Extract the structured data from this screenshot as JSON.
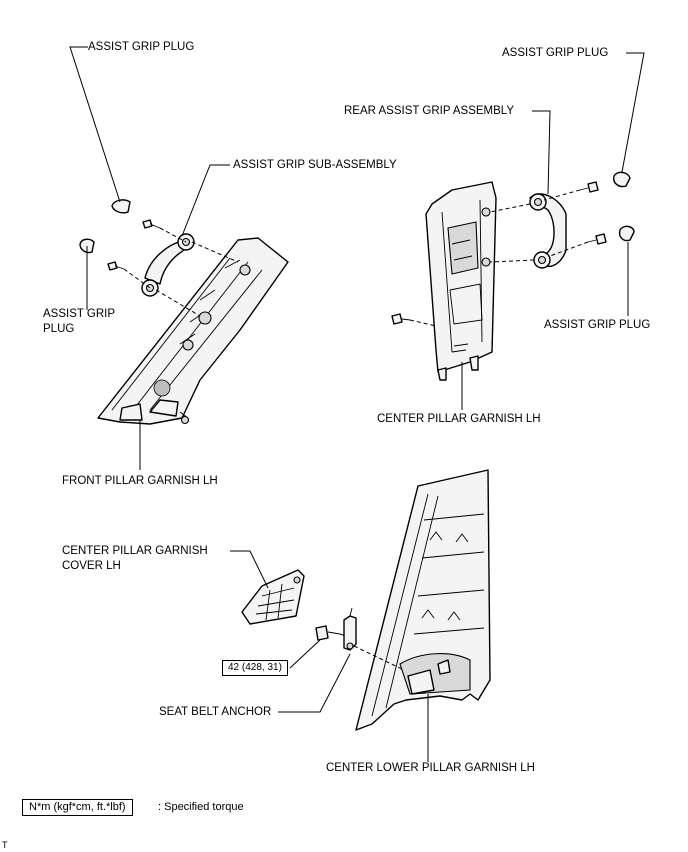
{
  "labels": {
    "assist_grip_plug_top_left": "ASSIST GRIP PLUG",
    "assist_grip_sub_assembly": "ASSIST GRIP SUB-ASSEMBLY",
    "assist_grip_plug_left": "ASSIST GRIP\nPLUG",
    "front_pillar_garnish_lh": "FRONT PILLAR GARNISH LH",
    "assist_grip_plug_top_right": "ASSIST GRIP PLUG",
    "rear_assist_grip_assembly": "REAR ASSIST GRIP ASSEMBLY",
    "assist_grip_plug_right": "ASSIST GRIP PLUG",
    "center_pillar_garnish_lh": "CENTER PILLAR GARNISH LH",
    "center_pillar_garnish_cover_lh": "CENTER PILLAR GARNISH\nCOVER LH",
    "seat_belt_anchor": "SEAT BELT ANCHOR",
    "center_lower_pillar_garnish_lh": "CENTER LOWER PILLAR GARNISH LH"
  },
  "torque": {
    "seat_belt_anchor_value": "42 (428, 31)"
  },
  "legend": {
    "units": "N*m (kgf*cm, ft.*lbf)",
    "description": ": Specified torque"
  },
  "corner_mark": "T"
}
